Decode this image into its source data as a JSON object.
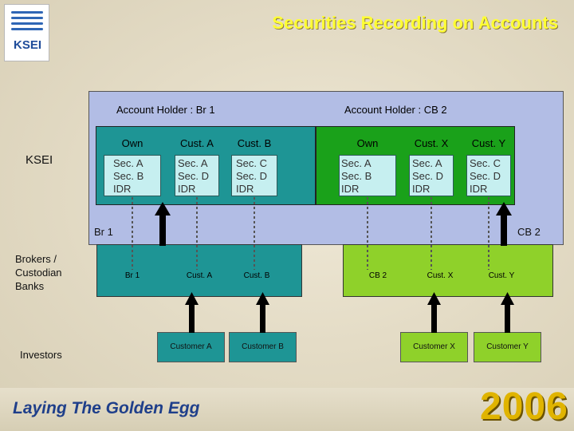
{
  "title": "Securities Recording on Accounts",
  "logo_text": "KSEI",
  "holders": {
    "br1": "Account Holder : Br 1",
    "cb2": "Account Holder : CB 2"
  },
  "accounts": [
    {
      "header": "Own",
      "body": "Sec. A\nSec. B\nIDR"
    },
    {
      "header": "Cust. A",
      "body": "Sec. A\nSec. D\nIDR"
    },
    {
      "header": "Cust. B",
      "body": "Sec. C\nSec. D\nIDR"
    },
    {
      "header": "Own",
      "body": "Sec. A\nSec. B\nIDR"
    },
    {
      "header": "Cust. X",
      "body": "Sec. A\nSec. D\nIDR"
    },
    {
      "header": "Cust. Y",
      "body": "Sec. C\nSec. D\nIDR"
    }
  ],
  "side_labels": {
    "ksei": "KSEI",
    "brokers": "Brokers /\nCustodian\nBanks",
    "investors": "Investors"
  },
  "bank_labels": {
    "br1": "Br 1",
    "cb2": "CB 2"
  },
  "bank_nodes": [
    "Br 1",
    "Cust. A",
    "Cust. B",
    "CB 2",
    "Cust. X",
    "Cust. Y"
  ],
  "customers": [
    "Customer A",
    "Customer B",
    "Customer X",
    "Customer Y"
  ],
  "footer": {
    "tagline": "Laying The Golden Egg",
    "year": "2006"
  },
  "colors": {
    "title": "#ffff33",
    "ksei_box": "#b2bde5",
    "br1_area": "#1e9595",
    "cb2_area": "#1aa11a",
    "account_fill": "#c6eff0",
    "customer_a_b_fill": "#1e9595",
    "customer_x_y_fill": "#8fd12a"
  },
  "icons": [
    "up-arrow-icon",
    "dotted-connector-icon"
  ]
}
